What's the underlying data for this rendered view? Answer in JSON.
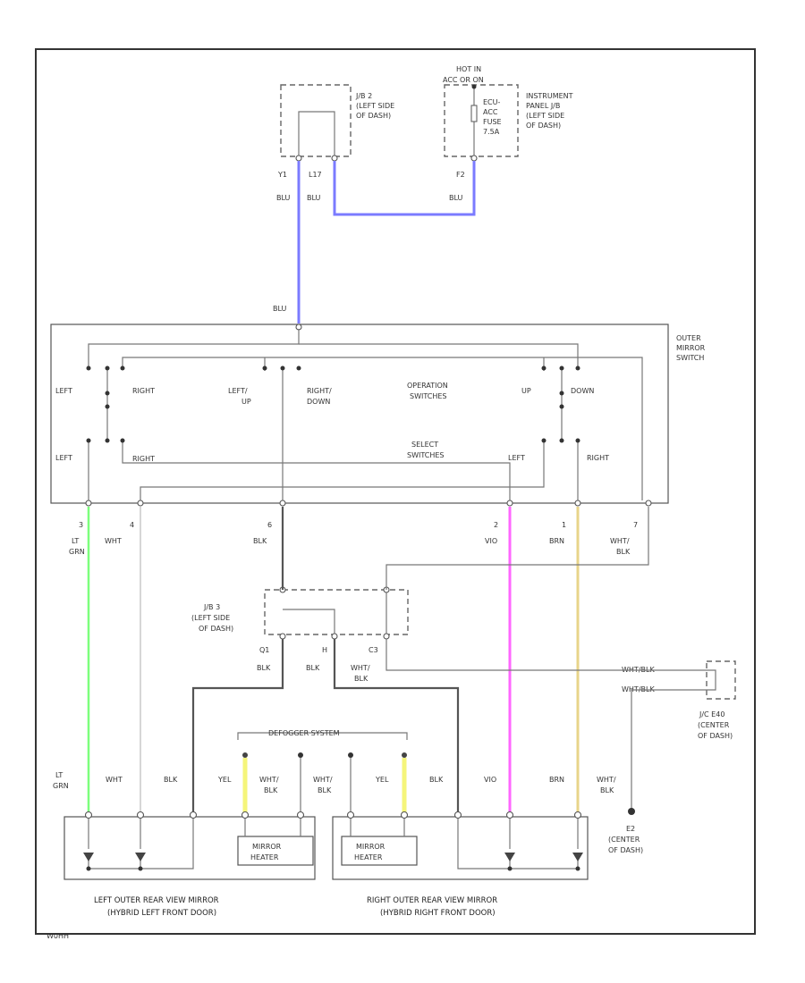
{
  "frame_code": "W0HH",
  "top": {
    "hot_in": "HOT IN",
    "acc_on": "ACC OR ON",
    "jb2_lines": [
      "J/B 2",
      "(LEFT SIDE",
      "OF DASH)"
    ],
    "fuse_lines": [
      "ECU-",
      "ACC",
      "FUSE",
      "7.5A"
    ],
    "ip_jb_lines": [
      "INSTRUMENT",
      "PANEL J/B",
      "(LEFT SIDE",
      "OF DASH)"
    ],
    "pin_y1": "Y1",
    "pin_l17": "L17",
    "pin_f2": "F2",
    "blu_1": "BLU",
    "blu_2": "BLU",
    "blu_3": "BLU",
    "blu_4": "BLU"
  },
  "switch": {
    "name_lines": [
      "OUTER",
      "MIRROR",
      "SWITCH"
    ],
    "left": "LEFT",
    "right": "RIGHT",
    "left_up": [
      "LEFT/",
      "UP"
    ],
    "right_down": [
      "RIGHT/",
      "DOWN"
    ],
    "operation": [
      "OPERATION",
      "SWITCHES"
    ],
    "up": "UP",
    "down": "DOWN",
    "select": [
      "SELECT",
      "SWITCHES"
    ],
    "left_2": "LEFT",
    "right_2": "RIGHT",
    "left_3": "LEFT",
    "right_3": "RIGHT"
  },
  "pins": {
    "p3": "3",
    "p4": "4",
    "p6": "6",
    "p2": "2",
    "p1": "1",
    "p7": "7",
    "w_ltgrn": [
      "LT",
      "GRN"
    ],
    "w_wht": "WHT",
    "w_blk": "BLK",
    "w_vio": "VIO",
    "w_brn": "BRN",
    "w_whtblk": [
      "WHT/",
      "BLK"
    ]
  },
  "jb3": {
    "lines": [
      "J/B 3",
      "(LEFT SIDE",
      "OF DASH)"
    ],
    "pin_q1": "Q1",
    "pin_h": "H",
    "pin_c3": "C3",
    "w_blk1": "BLK",
    "w_blk2": "BLK",
    "w_whtblk": [
      "WHT/",
      "BLK"
    ],
    "jc_w1": "WHT/BLK",
    "jc_w2": "WHT/BLK",
    "jc_lines": [
      "J/C E40",
      "(CENTER",
      "OF DASH)"
    ]
  },
  "defogger": "DEFOGGER SYSTEM",
  "bottom_wires": {
    "ltgrn": [
      "LT",
      "GRN"
    ],
    "wht": "WHT",
    "blk_l": "BLK",
    "yel_l": "YEL",
    "whtblk_l": [
      "WHT/",
      "BLK"
    ],
    "whtblk_r": [
      "WHT/",
      "BLK"
    ],
    "yel_r": "YEL",
    "blk_r": "BLK",
    "vio": "VIO",
    "brn": "BRN",
    "whtblk_g": [
      "WHT/",
      "BLK"
    ]
  },
  "ground": [
    "E2",
    "(CENTER",
    "OF DASH)"
  ],
  "mirrors": {
    "heater_l": [
      "MIRROR",
      "HEATER"
    ],
    "heater_r": [
      "MIRROR",
      "HEATER"
    ],
    "left_title": [
      "LEFT OUTER REAR VIEW MIRROR",
      "(HYBRID LEFT FRONT DOOR)"
    ],
    "right_title": [
      "RIGHT OUTER REAR VIEW MIRROR",
      "(HYBRID RIGHT FRONT DOOR)"
    ]
  },
  "colors": {
    "blu": "#7b7bff",
    "ltgrn": "#7dff7d",
    "vio": "#ff66ff",
    "brn": "#e8d48a",
    "yel": "#f5f57a",
    "wht": "#cccccc",
    "blk": "#444444"
  }
}
